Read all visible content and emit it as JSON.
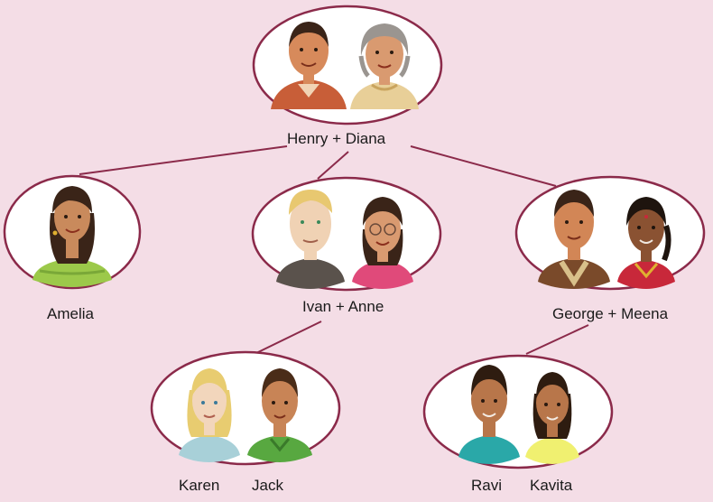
{
  "colors": {
    "background": "#f4dde6",
    "connector": "#8b2a4a",
    "oval_border": "#8b2a4a",
    "oval_fill": "#ffffff"
  },
  "labels": {
    "grandparents": "Henry + Diana",
    "amelia": "Amelia",
    "ivan_anne": "Ivan + Anne",
    "george_meena": "George + Meena",
    "karen": "Karen",
    "jack": "Jack",
    "ravi": "Ravi",
    "kavita": "Kavita"
  }
}
